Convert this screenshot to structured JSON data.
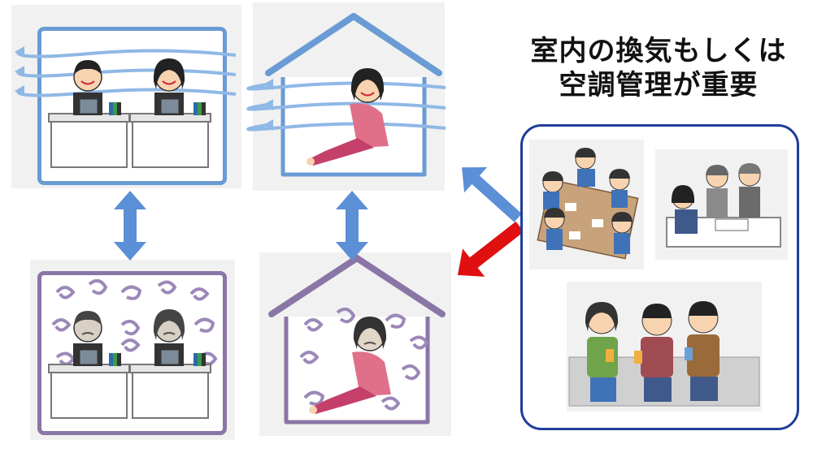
{
  "title": {
    "line1": "室内の換気もしくは",
    "line2": "空調管理が重要"
  },
  "colors": {
    "ventilated": "#6a9bd4",
    "stale": "#8a76a6",
    "title_box": "#1f3d99",
    "arrow_blue": "#5b8fd6",
    "arrow_red": "#e01010"
  },
  "scenes": {
    "office_ventilated": "office-with-airflow",
    "office_stale": "office-with-stale-air",
    "house_ventilated": "house-with-airflow",
    "house_stale": "house-with-stale-air",
    "examples": [
      "group-meeting",
      "reception-desk",
      "group-drinking"
    ]
  }
}
